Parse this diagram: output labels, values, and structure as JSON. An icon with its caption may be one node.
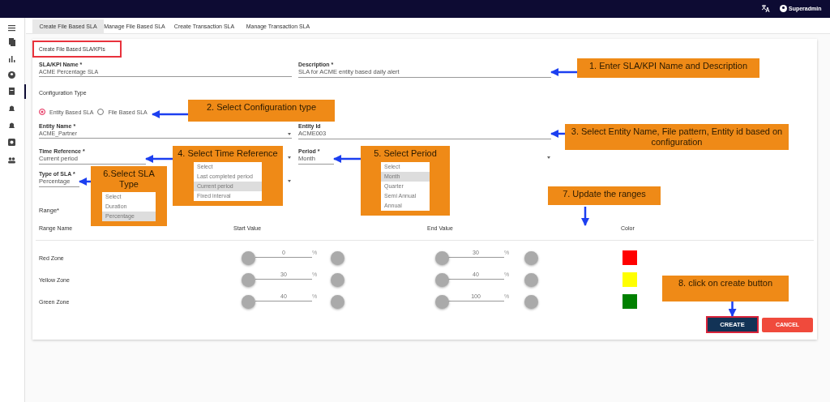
{
  "diagram": {
    "nodes": [
      {
        "text": [
          "1. Enter SLA/KPI Name and Description"
        ]
      },
      {
        "text": [
          "Description *",
          "SLA for ACME entity based daily alert"
        ]
      },
      {
        "text": [
          "2. Select Configuration type"
        ]
      },
      {
        "text": [
          "Entity Based SLA",
          "File Based SLA"
        ]
      },
      {
        "text": [
          "3. Select Entity Name, File pattern, Entity id based on configuration"
        ]
      },
      {
        "text": [
          "Entity Id",
          "ACME003"
        ]
      },
      {
        "text": [
          "4. Select Time Reference"
        ]
      },
      {
        "text": [
          "Select",
          "Last completed period",
          "Current period",
          "Fixed interval"
        ],
        "in": 6
      },
      {
        "text": [
          "Time Reference *",
          "Current period"
        ]
      },
      {
        "text": [
          "5. Select Period"
        ]
      },
      {
        "text": [
          "Select",
          "Month",
          "Quarter",
          "Semi Annual",
          "Annual"
        ],
        "in": 9
      },
      {
        "text": [
          "Period *",
          "Month"
        ]
      },
      {
        "text": [
          "6.Select SLA Type"
        ]
      },
      {
        "text": [
          "Select",
          "Duration",
          "Percentage"
        ],
        "in": 12
      },
      {
        "text": [
          "Type of SLA *",
          "Percentage"
        ]
      },
      {
        "text": [
          "7. Update the ranges"
        ]
      },
      {
        "text": [
          "8. click on create button"
        ]
      },
      {
        "text": [
          "CREATE"
        ]
      }
    ],
    "edges": [
      {
        "from": 0,
        "to": 1,
        "arrow": "to"
      },
      {
        "from": 2,
        "to": 3,
        "arrow": "to"
      },
      {
        "from": 4,
        "to": 5,
        "arrow": "to"
      },
      {
        "from": 6,
        "to": 8,
        "arrow": "to"
      },
      {
        "from": 9,
        "to": 11,
        "arrow": "to"
      },
      {
        "from": 12,
        "to": 14,
        "arrow": "to"
      },
      {
        "from": 15,
        "to": null,
        "arrow": "to"
      },
      {
        "from": 16,
        "to": 17,
        "arrow": "to"
      }
    ],
    "labels": [
      "Create File Based SLA",
      "Manage File Based SLA",
      "Create Transaction SLA",
      "Manage Transaction SLA",
      "Superadmin",
      "Create File Based SLA/KPIs",
      "SLA/KPI Name *",
      "ACME Percentage SLA",
      "Configuration Type",
      "Entity Name *",
      "ACME_Partner",
      "Range*",
      "Range Name",
      "Start Value",
      "End Value",
      "Color",
      "Red Zone",
      "0",
      "%",
      "30",
      "%",
      "Yellow Zone",
      "30",
      "%",
      "40",
      "%",
      "Green Zone",
      "40",
      "%",
      "100",
      "%",
      "CANCEL"
    ]
  }
}
